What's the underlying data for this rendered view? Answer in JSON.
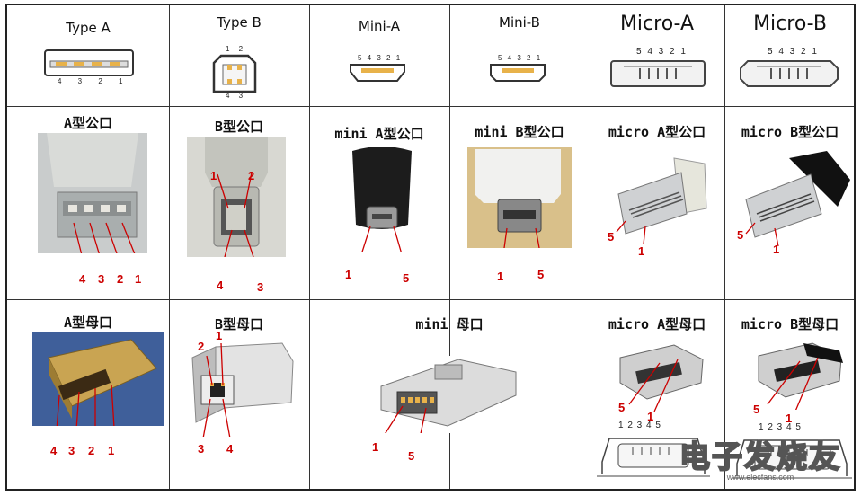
{
  "headers": {
    "type_a": "Type A",
    "type_b": "Type B",
    "mini_a": "Mini-A",
    "mini_b": "Mini-B",
    "micro_a": "Micro-A",
    "micro_b": "Micro-B"
  },
  "schematic_pins": {
    "type_a": "4  3  2  1",
    "type_b_top": "1  2",
    "type_b_bottom": "4  3",
    "mini_a": "5 4 3 2 1",
    "mini_b": "5 4 3 2 1",
    "micro_a": "5 4 3 2 1",
    "micro_b": "5 4 3 2 1"
  },
  "plug_titles": {
    "a": "A型公口",
    "b": "B型公口",
    "mini_a": "mini A型公口",
    "mini_b": "mini B型公口",
    "micro_a": "micro A型公口",
    "micro_b": "micro B型公口"
  },
  "receptacle_titles": {
    "a": "A型母口",
    "b": "B型母口",
    "mini": "mini  母口",
    "micro_a": "micro A型母口",
    "micro_b": "micro B型母口"
  },
  "pin_labels": {
    "one": "1",
    "two": "2",
    "three": "3",
    "four": "4",
    "five": "5"
  },
  "micro_receptacle_pins": "1 2 3 4 5",
  "watermark": {
    "brand": "电子发烧友",
    "url": "www.elecfans.com"
  }
}
